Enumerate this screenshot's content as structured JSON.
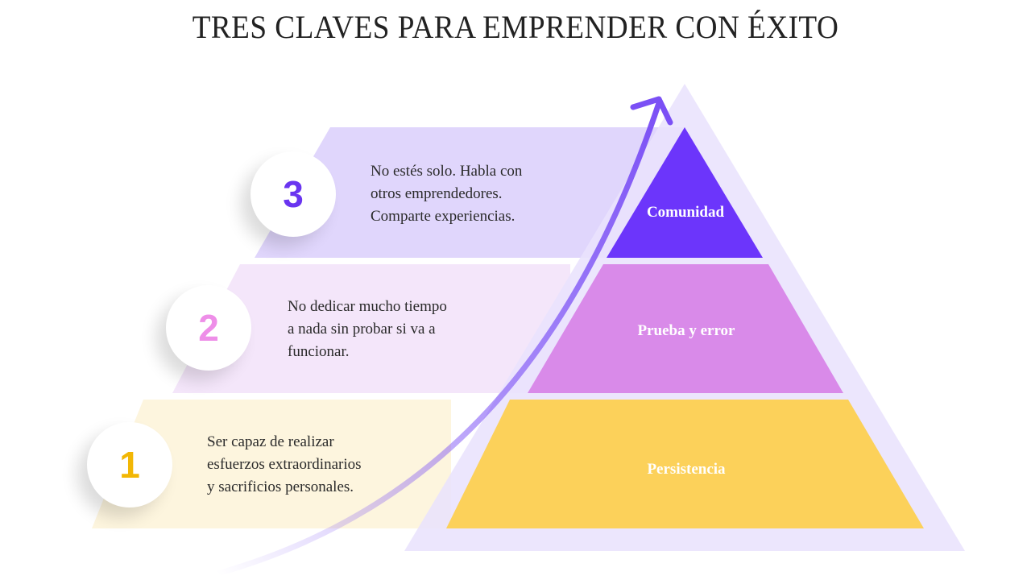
{
  "title": "TRES CLAVES PARA EMPRENDER CON ÉXITO",
  "colors": {
    "tier1": "#fcd15a",
    "tier2": "#d98ae9",
    "tier3": "#6c35fb",
    "band1": "#fdf5de",
    "band2": "#f4e6fa",
    "band3": "#e0d6fc",
    "outer_triangle": "#ebe6fd",
    "arrow": "#7b50f5"
  },
  "levels": [
    {
      "number": "1",
      "label": "Persistencia",
      "number_color": "#f2b705",
      "text": [
        "Ser capaz de realizar",
        "esfuerzos extraordinarios",
        "y sacrificios personales."
      ]
    },
    {
      "number": "2",
      "label": "Prueba y error",
      "number_color": "#ee8ee8",
      "text": [
        "No dedicar mucho tiempo",
        "a nada sin probar si va a",
        "funcionar."
      ]
    },
    {
      "number": "3",
      "label": "Comunidad",
      "number_color": "#6a35f0",
      "text": [
        "No estés solo. Habla con",
        "otros emprendedores.",
        "Comparte experiencias."
      ]
    }
  ]
}
